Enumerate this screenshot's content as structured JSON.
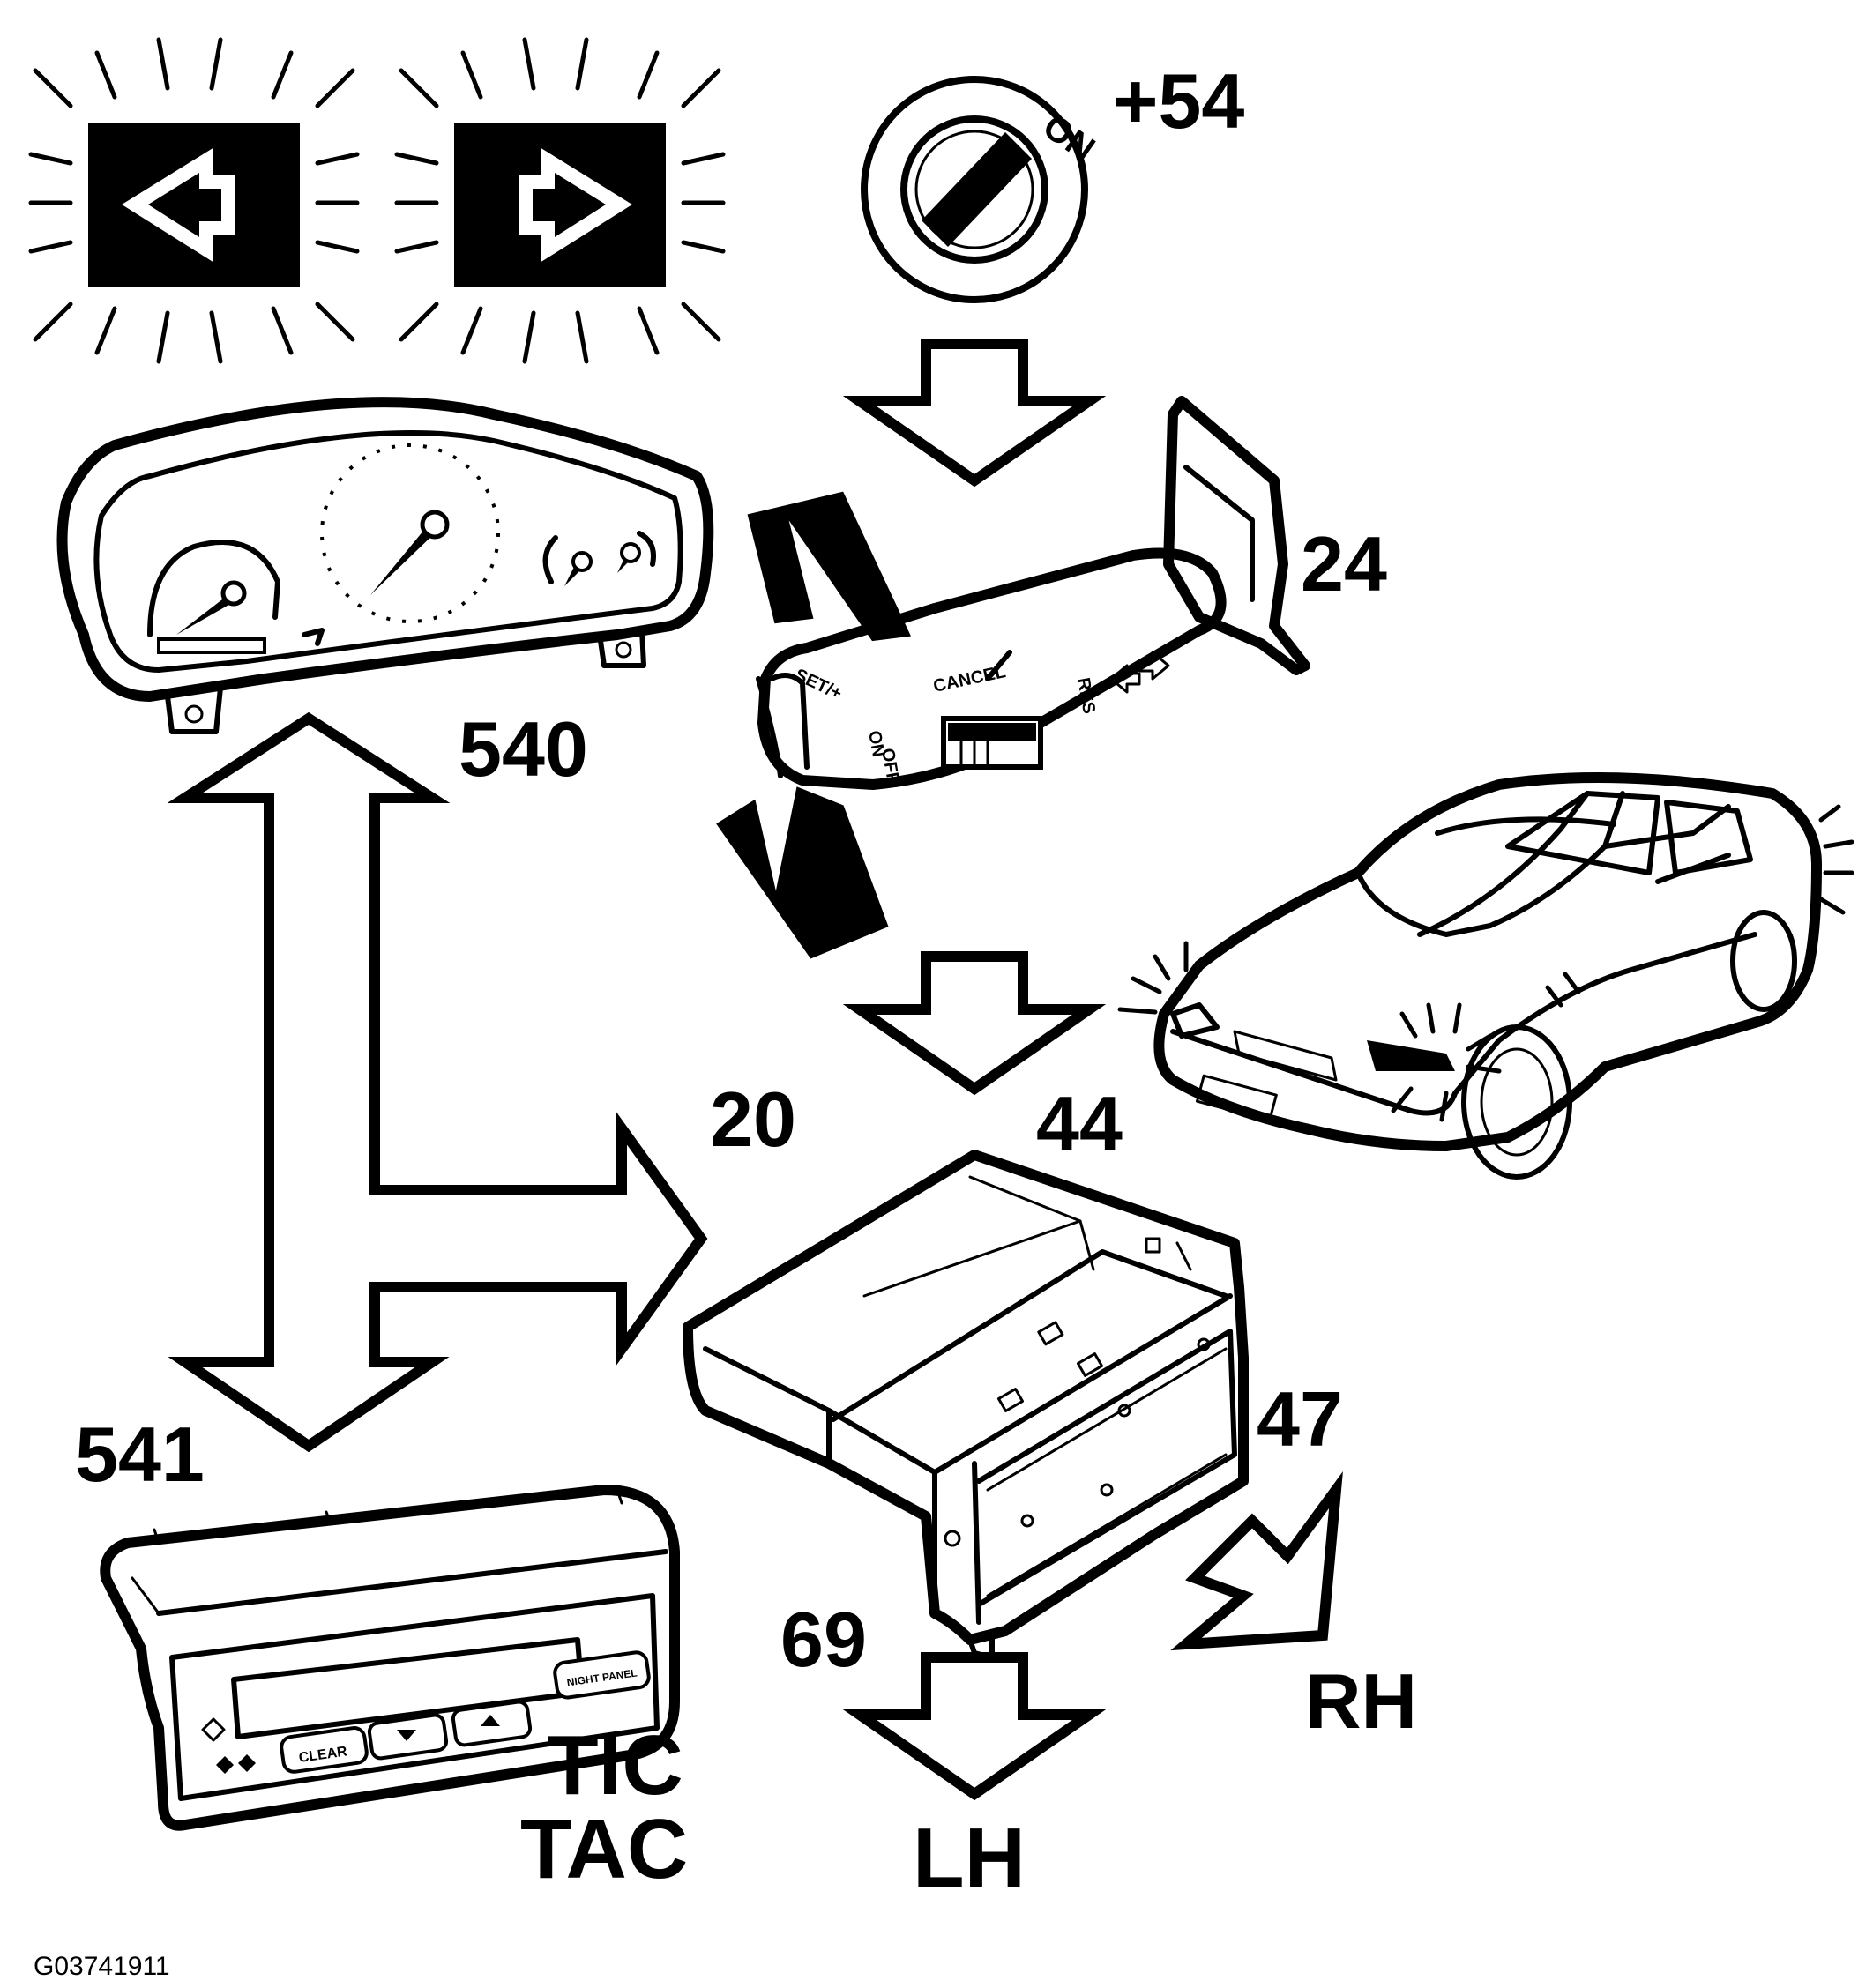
{
  "labels": {
    "ignition": "+54",
    "ignition_key": "ON",
    "stalk": "24",
    "cluster": "540",
    "module_a": "20",
    "module_b": "44",
    "tic_num": "541",
    "right_out": "47",
    "left_out": "69",
    "right_side": "RH",
    "left_side": "LH",
    "tic": "TIC",
    "tac": "TAC",
    "figure_id": "G03741911"
  },
  "stalk_text": {
    "cancel": "CANCEL",
    "set": "SET/+",
    "res": "RES",
    "on": "ON",
    "off": "OFF"
  },
  "tic_buttons": {
    "clear": "CLEAR",
    "night": "NIGHT PANEL"
  },
  "colors": {
    "ink": "#000000",
    "paper": "#ffffff"
  }
}
